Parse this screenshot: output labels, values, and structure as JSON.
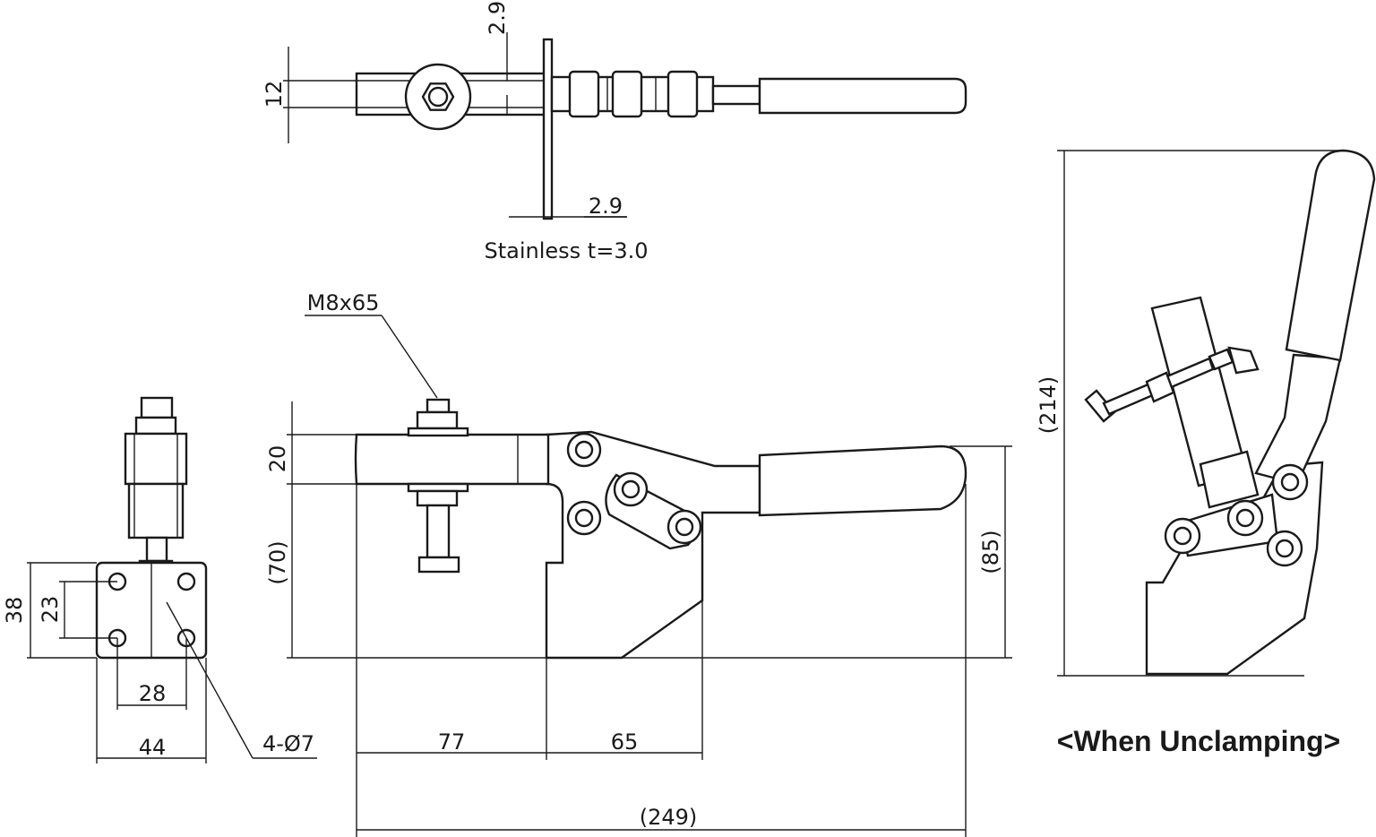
{
  "labels": {
    "top_thickness_top": "2.9",
    "top_width": "12",
    "top_thickness_bottom": "2.9",
    "material_note": "Stainless t=3.0",
    "bolt_spec": "M8x65",
    "arm_height": "20",
    "base_height": "(70)",
    "handle_height": "(85)",
    "base_depth": "38",
    "hole_pitch_v": "23",
    "hole_pitch_h": "28",
    "base_width": "44",
    "hole_callout": "4-Ø7",
    "dim_77": "77",
    "dim_65": "65",
    "overall_length": "(249)",
    "open_height": "(214)",
    "unclamp_title": "<When Unclamping>"
  },
  "colors": {
    "line": "#1a1a1a",
    "paper": "#ffffff"
  }
}
